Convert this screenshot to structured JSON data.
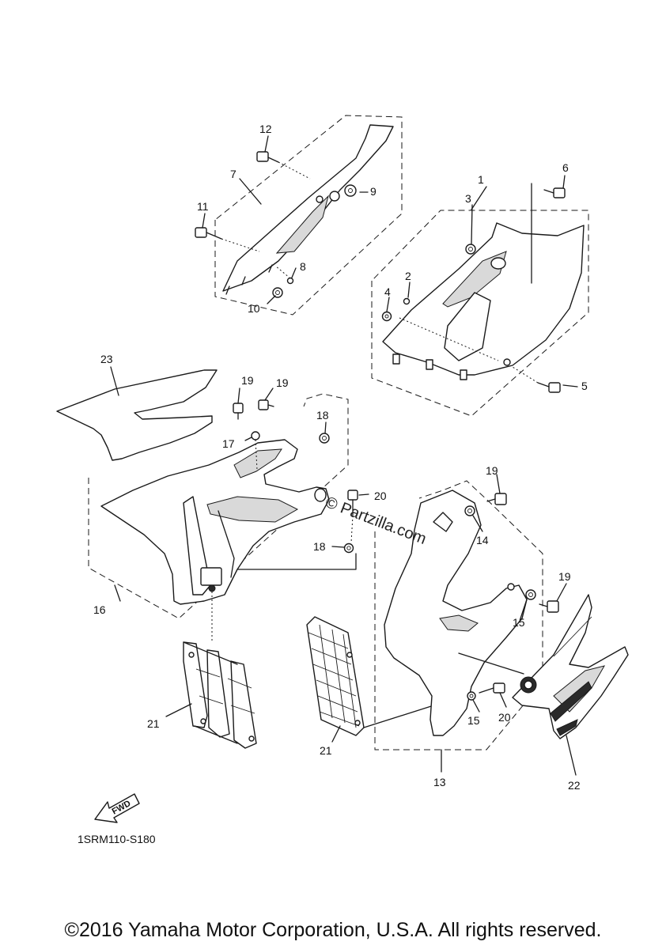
{
  "callouts": [
    "1",
    "2",
    "3",
    "4",
    "5",
    "6",
    "7",
    "8",
    "9",
    "10",
    "11",
    "12",
    "13",
    "14",
    "15",
    "15",
    "16",
    "17",
    "18",
    "18",
    "19",
    "19",
    "19",
    "19",
    "20",
    "20",
    "21",
    "21",
    "22",
    "23"
  ],
  "watermark": "© Partzilla.com",
  "fwd_label": "FWD",
  "diagram_code": "1SRM110-S180",
  "copyright": "©2016 Yamaha Motor Corporation, U.S.A. All rights reserved."
}
